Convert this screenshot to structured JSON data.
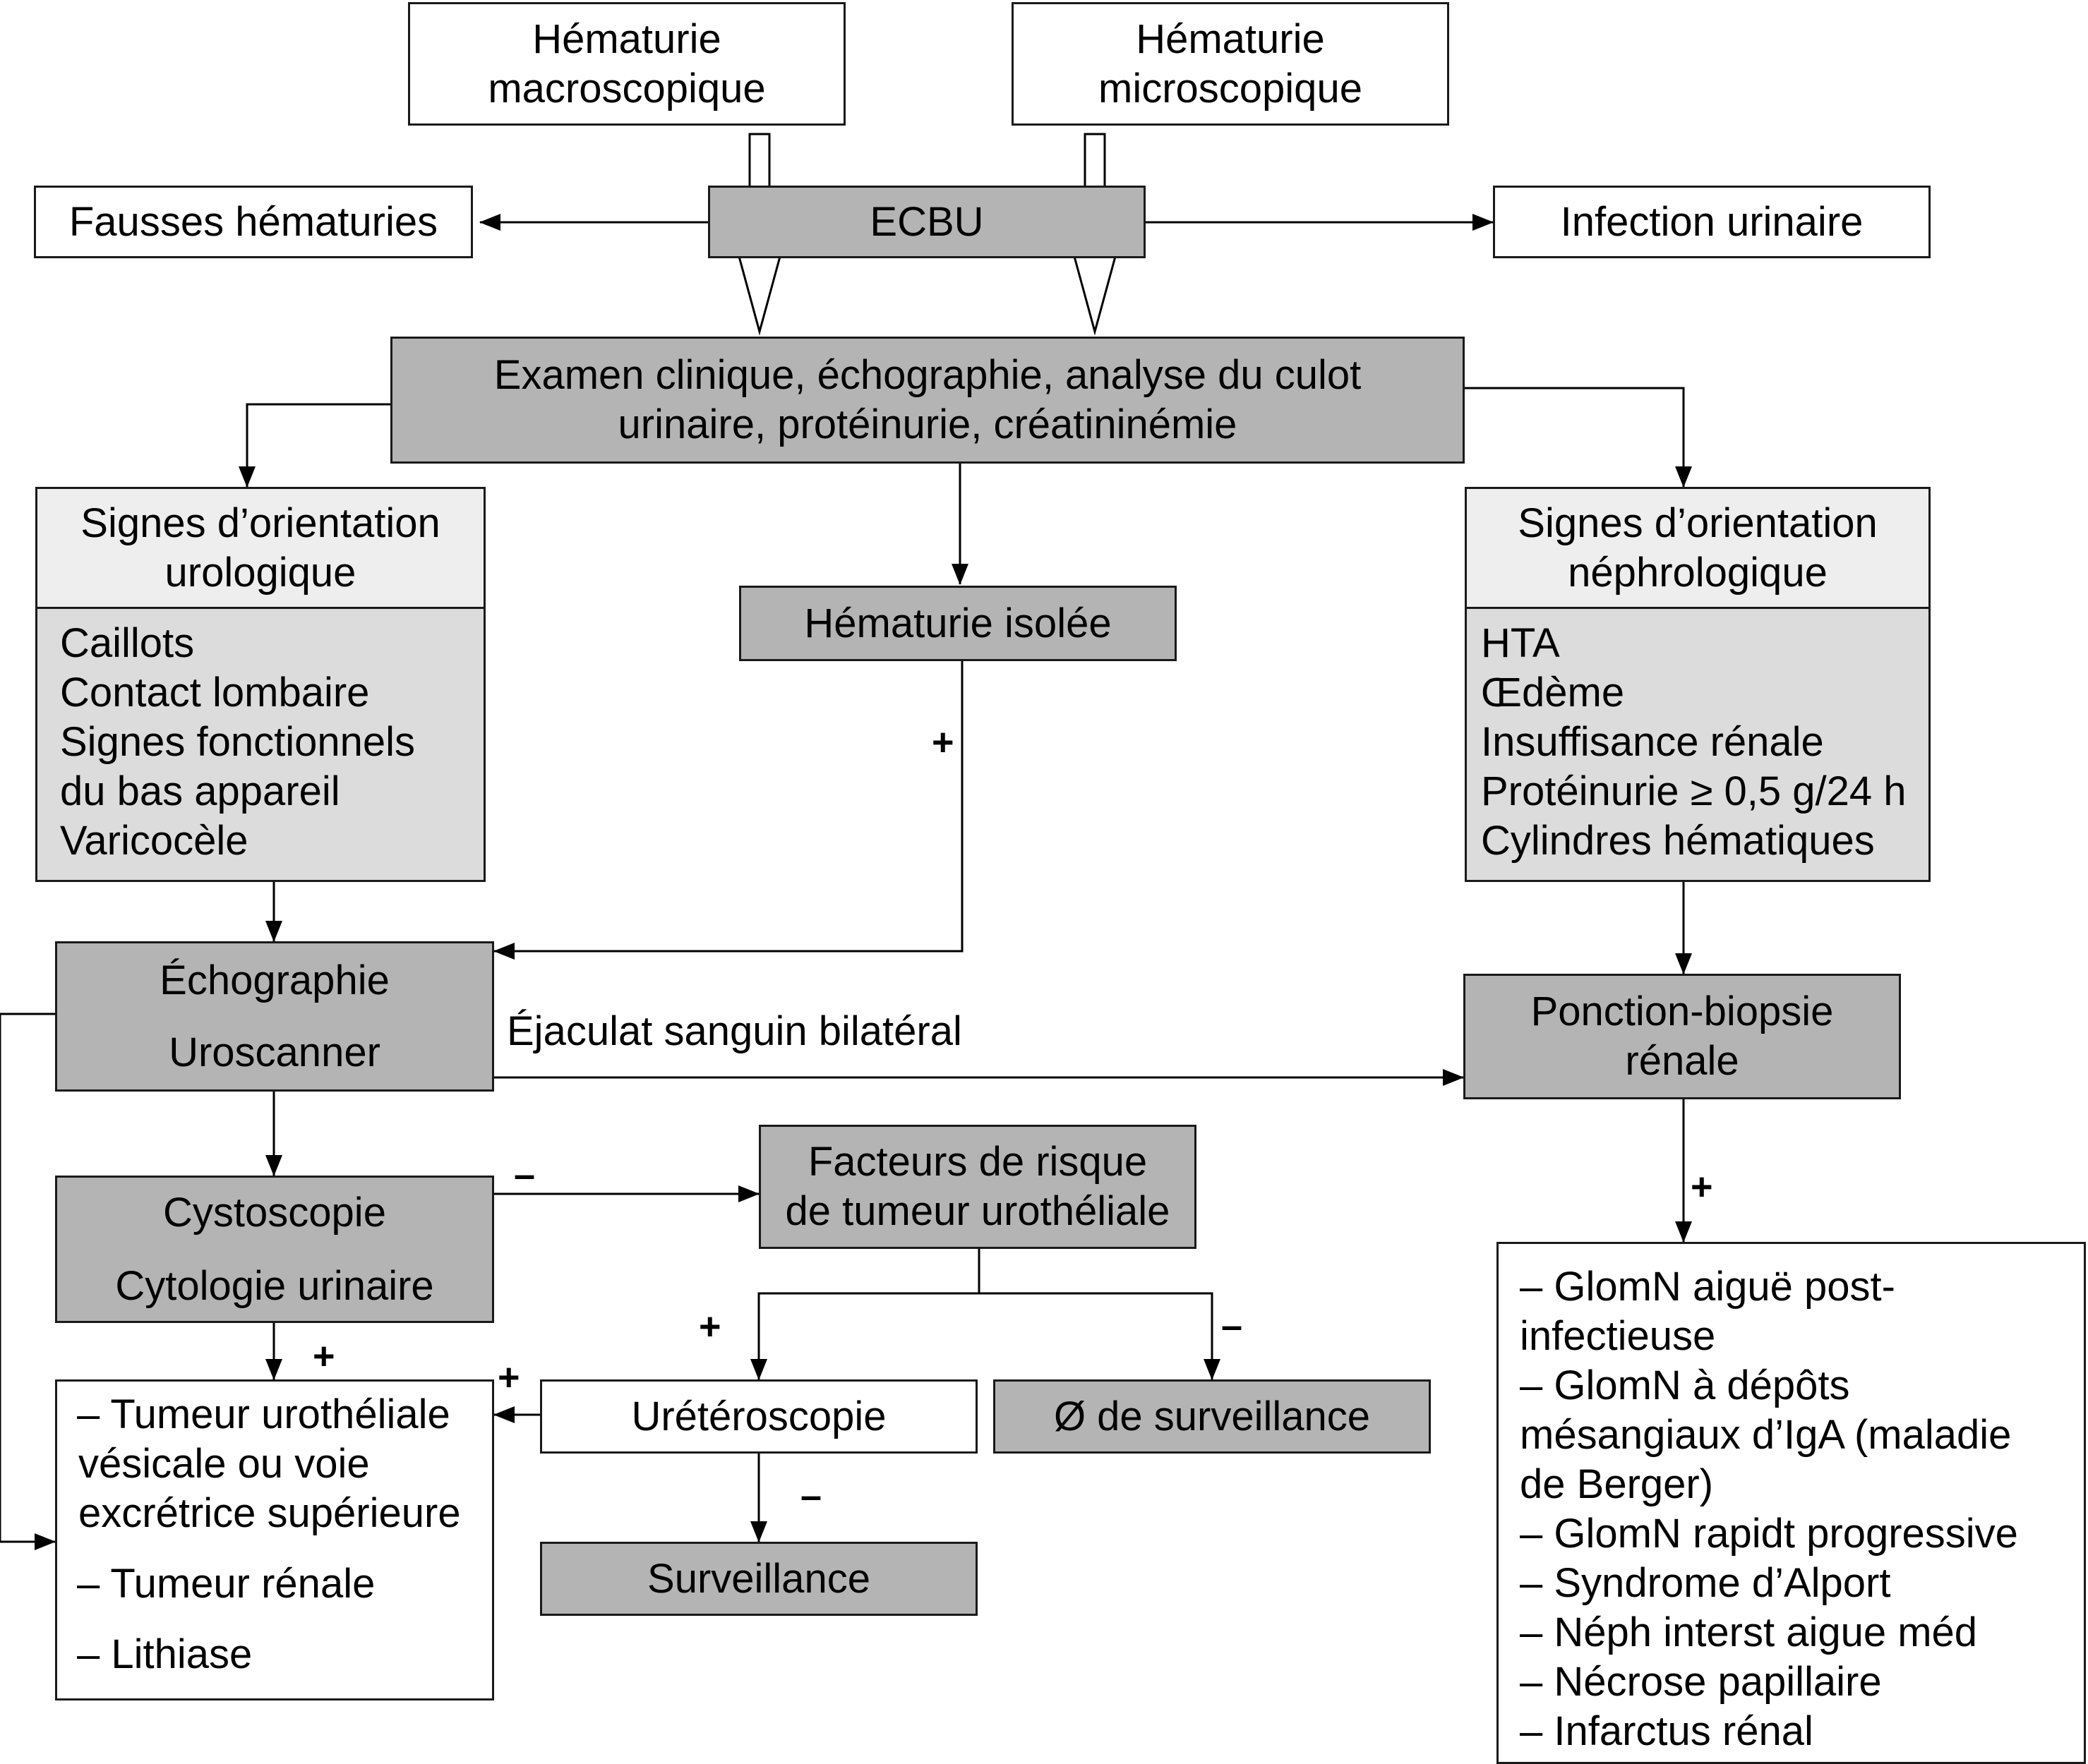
{
  "entry": {
    "macro": [
      "Hématurie",
      "macroscopique"
    ],
    "micro": [
      "Hématurie",
      "microscopique"
    ]
  },
  "ecbu": "ECBU",
  "fausses": "Fausses hématuries",
  "infection": "Infection urinaire",
  "examen": [
    "Examen clinique, échographie, analyse du culot",
    "urinaire, protéinurie, créatininémie"
  ],
  "uro_signs": {
    "title": [
      "Signes d’orientation",
      "urologique"
    ],
    "items": [
      "Caillots",
      "Contact lombaire",
      "Signes fonctionnels",
      "du bas appareil",
      "Varicocèle"
    ]
  },
  "isolated": "Hématurie isolée",
  "nephro_signs": {
    "title": [
      "Signes d’orientation",
      "néphrologique"
    ],
    "items": [
      "HTA",
      "Œdème",
      "Insuffisance rénale",
      "Protéinurie ≥ 0,5 g/24 h",
      "Cylindres hématiques"
    ]
  },
  "imaging": [
    "Échographie",
    "Uroscanner"
  ],
  "ejaculat": "Éjaculat sanguin bilatéral",
  "biopsie": [
    "Ponction-biopsie",
    "rénale"
  ],
  "cysto": [
    "Cystoscopie",
    "Cytologie urinaire"
  ],
  "facteurs": [
    "Facteurs de risque",
    "de tumeur urothéliale"
  ],
  "uro_dx": [
    "– Tumeur urothéliale",
    "vésicale ou voie",
    "excrétrice supérieure",
    "– Tumeur rénale",
    "– Lithiase"
  ],
  "ureteroscopie": "Urétéroscopie",
  "no_surveillance": "Ø de surveillance",
  "surveillance": "Surveillance",
  "nephro_dx": [
    "– GlomN aiguë post-",
    "infectieuse",
    "– GlomN à dépôts",
    "mésangiaux d’IgA (maladie",
    "de Berger)",
    "– GlomN rapidt progressive",
    "– Syndrome d’Alport",
    "– Néph interst aigue méd",
    "– Nécrose papillaire",
    "– Infarctus rénal"
  ],
  "signs": {
    "isolated_plus": "+",
    "cysto_minus": "–",
    "cysto_plus": "+",
    "uretero_plus": "+",
    "risk_plus": "+",
    "risk_minus": "–",
    "uretero_minus": "–",
    "biopsy_plus": "+"
  }
}
